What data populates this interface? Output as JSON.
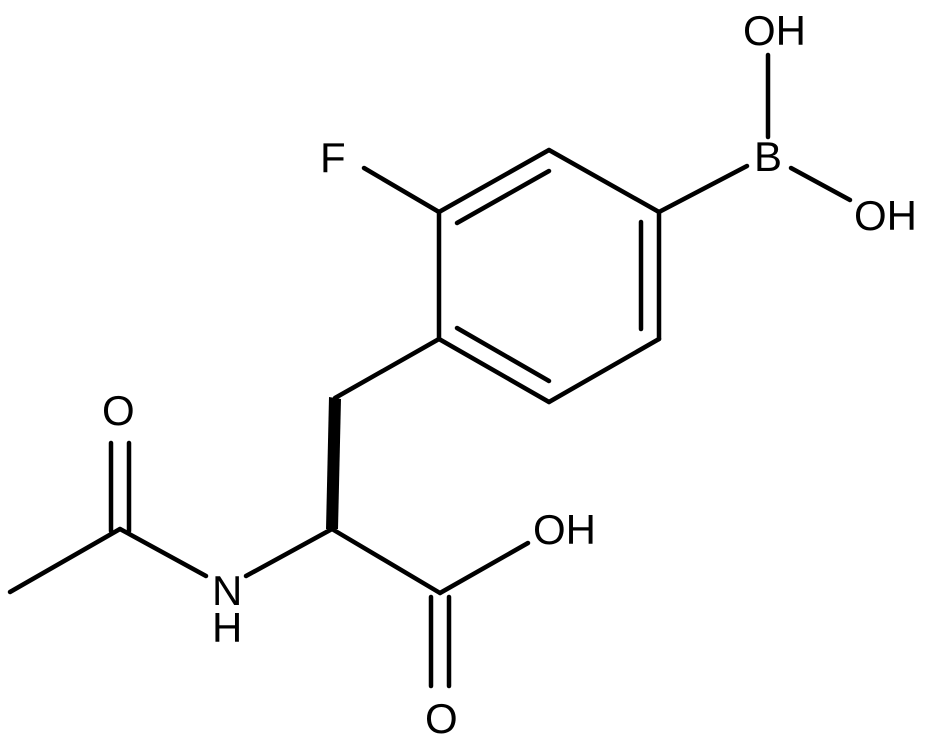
{
  "atoms": {
    "oh_top": "OH",
    "b": "B",
    "oh_right": "OH",
    "f": "F",
    "o_acetyl": "O",
    "n": "N",
    "h_amide": "H",
    "oh_acid": "OH",
    "o_acid": "O"
  }
}
